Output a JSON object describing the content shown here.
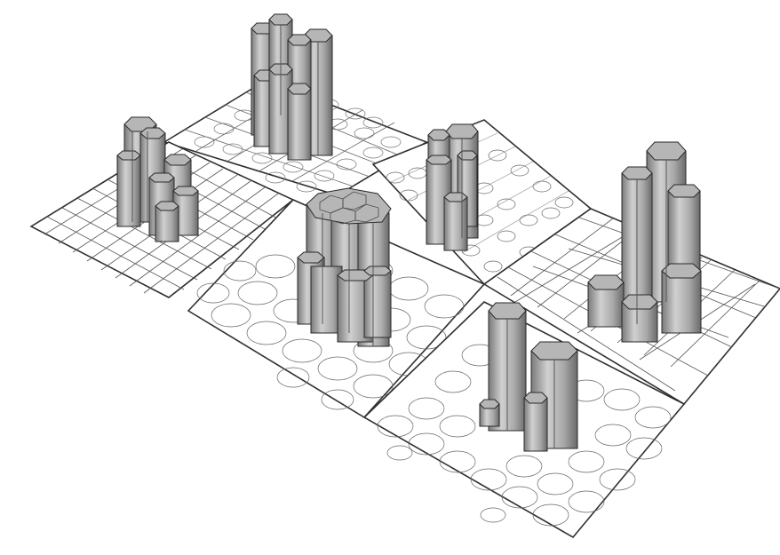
{
  "diagram": {
    "type": "isometric-tiling-models",
    "colors": {
      "background": "#ffffff",
      "grid_line": "#3a3a3a",
      "prism_light": "#c9c9c9",
      "prism_mid": "#9e9e9e",
      "prism_dark": "#6f6f6f",
      "prism_top": "#b6b6b6",
      "edge": "#2a2a2a"
    },
    "panels": [
      {
        "id": "back-left",
        "pattern": "square-grid"
      },
      {
        "id": "back-center",
        "pattern": "circle-packing-square"
      },
      {
        "id": "back-right",
        "pattern": "circle-packing-hex"
      },
      {
        "id": "middle-left",
        "pattern": "circle-packing-overlap"
      },
      {
        "id": "middle-right",
        "pattern": "triangle-lattice"
      },
      {
        "id": "front",
        "pattern": "circle-packing-large"
      }
    ]
  }
}
